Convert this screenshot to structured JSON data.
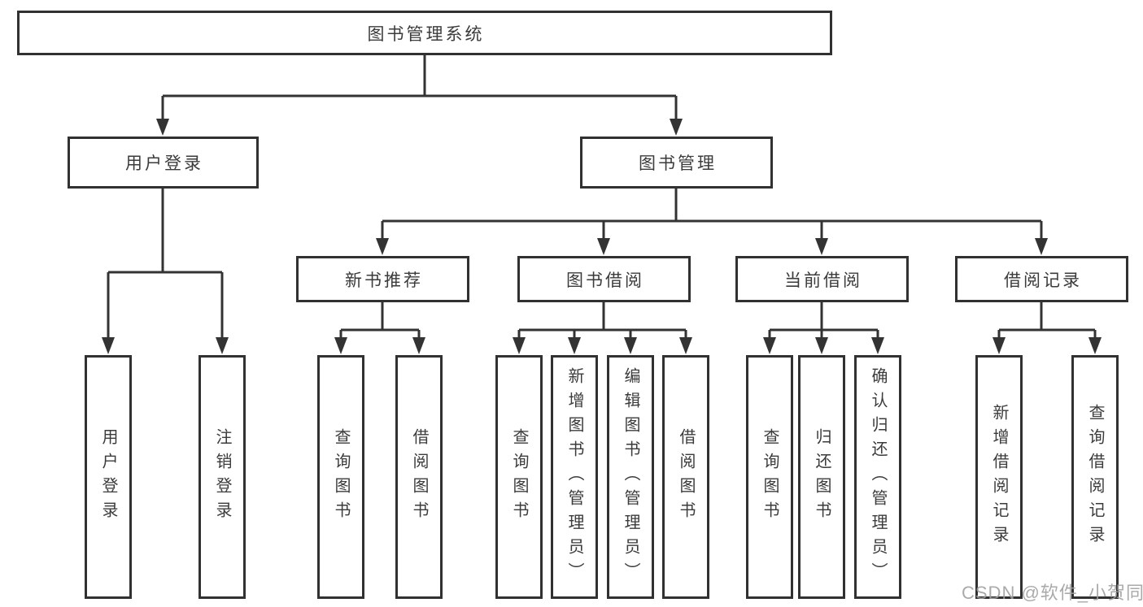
{
  "diagram": {
    "type": "hierarchy-diagram",
    "title": "图书管理系统",
    "colors": {
      "line": "#333333",
      "box_border": "#313131",
      "text": "#3b3b3b",
      "background": "#ffffff",
      "watermark": "#9e9e9e"
    },
    "tree": {
      "root": {
        "label": "图书管理系统"
      },
      "children": [
        {
          "label": "用户登录",
          "children": [
            {
              "label": "用户登录"
            },
            {
              "label": "注销登录"
            }
          ]
        },
        {
          "label": "图书管理",
          "children": [
            {
              "label": "新书推荐",
              "children": [
                {
                  "label": "查询图书"
                },
                {
                  "label": "借阅图书"
                }
              ]
            },
            {
              "label": "图书借阅",
              "children": [
                {
                  "label": "查询图书"
                },
                {
                  "label": "新增图书（管理员）"
                },
                {
                  "label": "编辑图书（管理员）"
                },
                {
                  "label": "借阅图书"
                }
              ]
            },
            {
              "label": "当前借阅",
              "children": [
                {
                  "label": "查询图书"
                },
                {
                  "label": "归还图书"
                },
                {
                  "label": "确认归还（管理员）"
                }
              ]
            },
            {
              "label": "借阅记录",
              "children": [
                {
                  "label": "新增借阅记录"
                },
                {
                  "label": "查询借阅记录"
                }
              ]
            }
          ]
        }
      ]
    },
    "watermark": "CSDN @软件_小贺同学"
  }
}
